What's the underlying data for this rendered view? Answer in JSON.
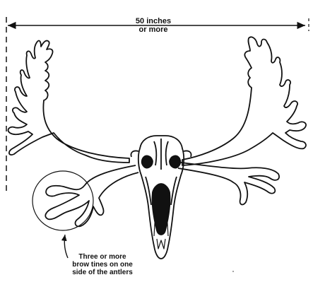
{
  "measurement": {
    "line1": "50 inches",
    "line2": "or more"
  },
  "callout": {
    "line1": "Three or more",
    "line2": "brow tines on one",
    "line3": "side of the antlers"
  },
  "colors": {
    "ink": "#111111",
    "background": "#ffffff"
  }
}
